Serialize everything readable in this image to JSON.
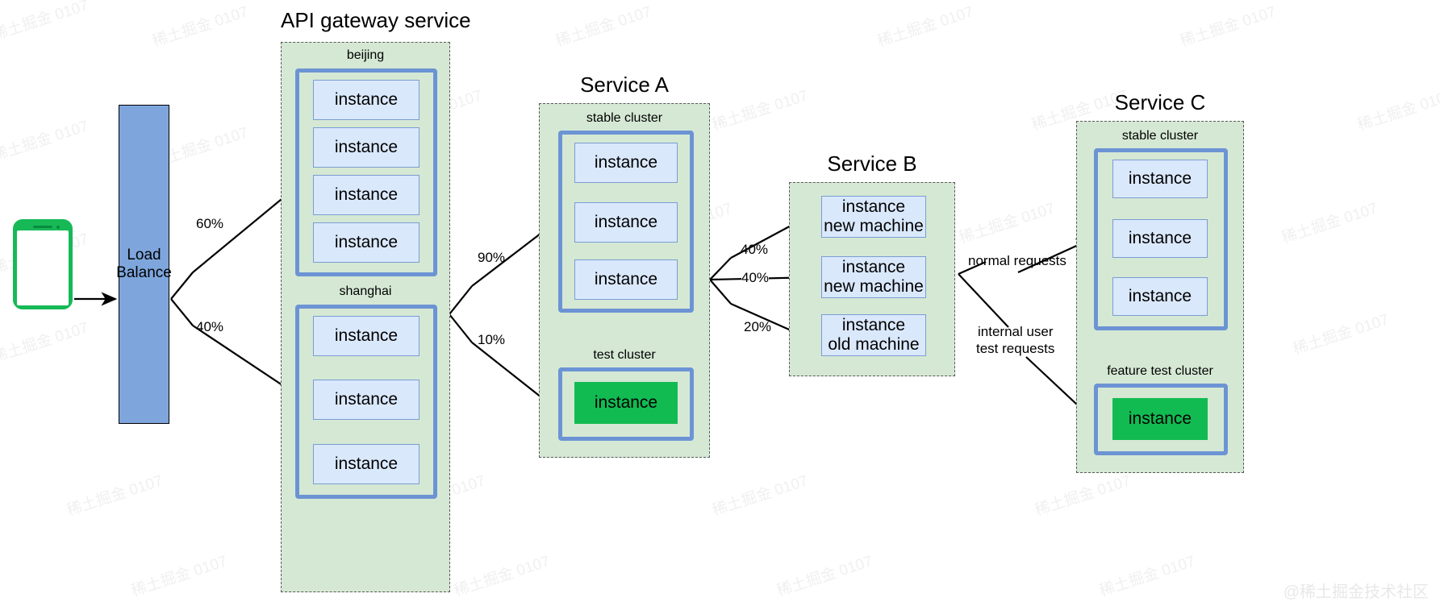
{
  "diagram": {
    "title_watermark": "@稀土掘金技术社区",
    "watermark_text": "稀土掘金 0107",
    "colors": {
      "group_fill": "#d5e8d4",
      "group_border": "#5a5a5a",
      "cluster_border": "#6c94d4",
      "instance_fill": "#dae8fc",
      "instance_border": "#7a9dd1",
      "instance_green": "#12bb52",
      "loadbalancer_fill": "#7ea6dd",
      "phone_color": "#16b956",
      "arrow_color": "#000000"
    }
  },
  "client": {
    "name": "mobile-phone"
  },
  "load_balancer": {
    "line1": "Load",
    "line2": "Balance"
  },
  "api_gateway": {
    "title": "API gateway service",
    "clusters": [
      {
        "label": "beijing",
        "instances": [
          {
            "line1": "instance"
          },
          {
            "line1": "instance"
          },
          {
            "line1": "instance"
          },
          {
            "line1": "instance"
          }
        ]
      },
      {
        "label": "shanghai",
        "instances": [
          {
            "line1": "instance"
          },
          {
            "line1": "instance"
          },
          {
            "line1": "instance"
          }
        ]
      }
    ]
  },
  "service_a": {
    "title": "Service A",
    "clusters": [
      {
        "label": "stable cluster",
        "instances": [
          {
            "line1": "instance"
          },
          {
            "line1": "instance"
          },
          {
            "line1": "instance"
          }
        ]
      },
      {
        "label": "test cluster",
        "instances": [
          {
            "line1": "instance",
            "green": true
          }
        ]
      }
    ]
  },
  "service_b": {
    "title": "Service B",
    "instances": [
      {
        "line1": "instance",
        "line2": "new machine"
      },
      {
        "line1": "instance",
        "line2": "new machine"
      },
      {
        "line1": "instance",
        "line2": "old machine"
      }
    ]
  },
  "service_c": {
    "title": "Service C",
    "clusters": [
      {
        "label": "stable cluster",
        "instances": [
          {
            "line1": "instance"
          },
          {
            "line1": "instance"
          },
          {
            "line1": "instance"
          }
        ]
      },
      {
        "label": "feature test cluster",
        "instances": [
          {
            "line1": "instance",
            "green": true
          }
        ]
      }
    ]
  },
  "edge_labels": {
    "lb_to_beijing": "60%",
    "lb_to_shanghai": "40%",
    "gw_to_stable_a": "90%",
    "gw_to_test_a": "10%",
    "a_to_b_new1": "40%",
    "a_to_b_new2": "40%",
    "a_to_b_old": "20%",
    "b_to_c_normal": "normal requests",
    "b_to_c_internal_l1": "internal user",
    "b_to_c_internal_l2": "test requests"
  }
}
